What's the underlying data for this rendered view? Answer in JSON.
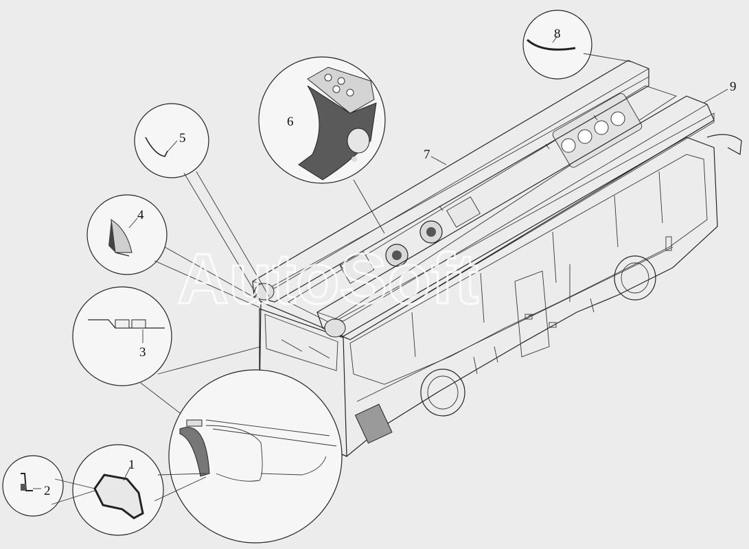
{
  "diagram": {
    "watermark": "AutoSoft",
    "callouts": [
      {
        "id": "1",
        "label": "1"
      },
      {
        "id": "2",
        "label": "2"
      },
      {
        "id": "3",
        "label": "3"
      },
      {
        "id": "4",
        "label": "4"
      },
      {
        "id": "5",
        "label": "5"
      },
      {
        "id": "6",
        "label": "6"
      },
      {
        "id": "7",
        "label": "7"
      },
      {
        "id": "8",
        "label": "8"
      },
      {
        "id": "9",
        "label": "9"
      }
    ],
    "colors": {
      "background": "#ececec",
      "line": "#222222",
      "roof_duct": "#c9c9c9",
      "watermark": "#ffffff"
    }
  }
}
